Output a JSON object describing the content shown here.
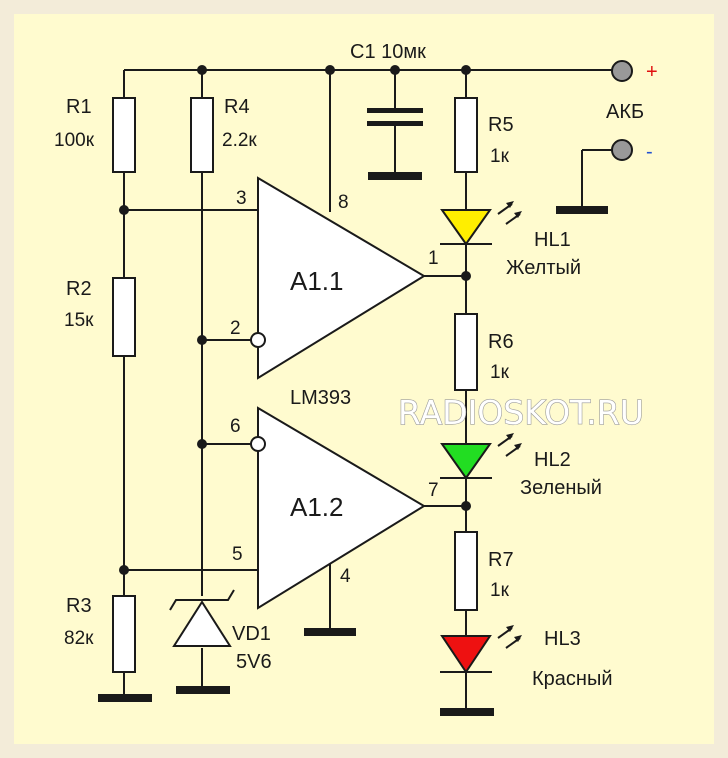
{
  "components": {
    "r1": {
      "ref": "R1",
      "value": "100к"
    },
    "r2": {
      "ref": "R2",
      "value": "15к"
    },
    "r3": {
      "ref": "R3",
      "value": "82к"
    },
    "r4": {
      "ref": "R4",
      "value": "2.2к"
    },
    "r5": {
      "ref": "R5",
      "value": "1к"
    },
    "r6": {
      "ref": "R6",
      "value": "1к"
    },
    "r7": {
      "ref": "R7",
      "value": "1к"
    },
    "c1": {
      "label": "C1 10мк"
    },
    "vd1": {
      "ref": "VD1",
      "value": "5V6"
    },
    "hl1": {
      "ref": "HL1",
      "color_name": "Желтый",
      "color": "#ffee00"
    },
    "hl2": {
      "ref": "HL2",
      "color_name": "Зеленый",
      "color": "#22dd22"
    },
    "hl3": {
      "ref": "HL3",
      "color_name": "Красный",
      "color": "#ee1111"
    },
    "a11": {
      "ref": "A1.1"
    },
    "a12": {
      "ref": "A1.2"
    },
    "chip": {
      "ref": "LM393"
    }
  },
  "pins": {
    "p1": "1",
    "p2": "2",
    "p3": "3",
    "p4": "4",
    "p5": "5",
    "p6": "6",
    "p7": "7",
    "p8": "8"
  },
  "battery": {
    "label": "АКБ",
    "plus": "+",
    "minus": "-"
  },
  "watermark": "RADIOSKOT.RU",
  "colors": {
    "background": "#fffbcf",
    "frame": "#f3ecd9",
    "wire": "#1a1a1a"
  }
}
